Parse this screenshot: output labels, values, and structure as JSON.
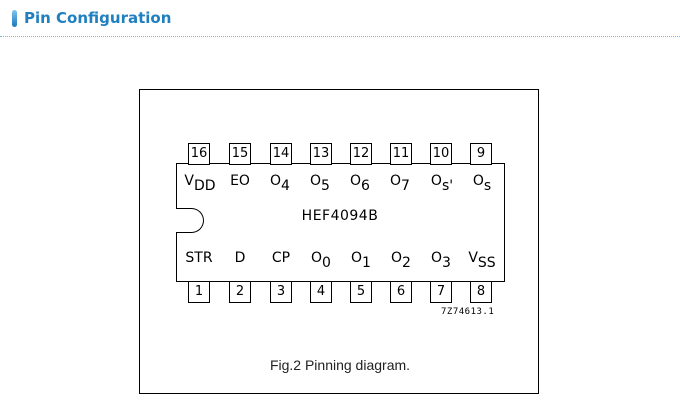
{
  "header": {
    "title": "Pin Configuration"
  },
  "diagram": {
    "part_number": "HEF4094B",
    "reference": "7Z74613.1",
    "caption": "Fig.2  Pinning diagram.",
    "top_pins": [
      {
        "number": "16",
        "name": "V",
        "sub": "DD"
      },
      {
        "number": "15",
        "name": "EO",
        "sub": ""
      },
      {
        "number": "14",
        "name": "O",
        "sub": "4"
      },
      {
        "number": "13",
        "name": "O",
        "sub": "5"
      },
      {
        "number": "12",
        "name": "O",
        "sub": "6"
      },
      {
        "number": "11",
        "name": "O",
        "sub": "7"
      },
      {
        "number": "10",
        "name": "O",
        "sub": "s'"
      },
      {
        "number": "9",
        "name": "O",
        "sub": "s"
      }
    ],
    "bottom_pins": [
      {
        "number": "1",
        "name": "STR",
        "sub": ""
      },
      {
        "number": "2",
        "name": "D",
        "sub": ""
      },
      {
        "number": "3",
        "name": "CP",
        "sub": ""
      },
      {
        "number": "4",
        "name": "O",
        "sub": "0"
      },
      {
        "number": "5",
        "name": "O",
        "sub": "1"
      },
      {
        "number": "6",
        "name": "O",
        "sub": "2"
      },
      {
        "number": "7",
        "name": "O",
        "sub": "3"
      },
      {
        "number": "8",
        "name": "V",
        "sub": "SS"
      }
    ]
  }
}
